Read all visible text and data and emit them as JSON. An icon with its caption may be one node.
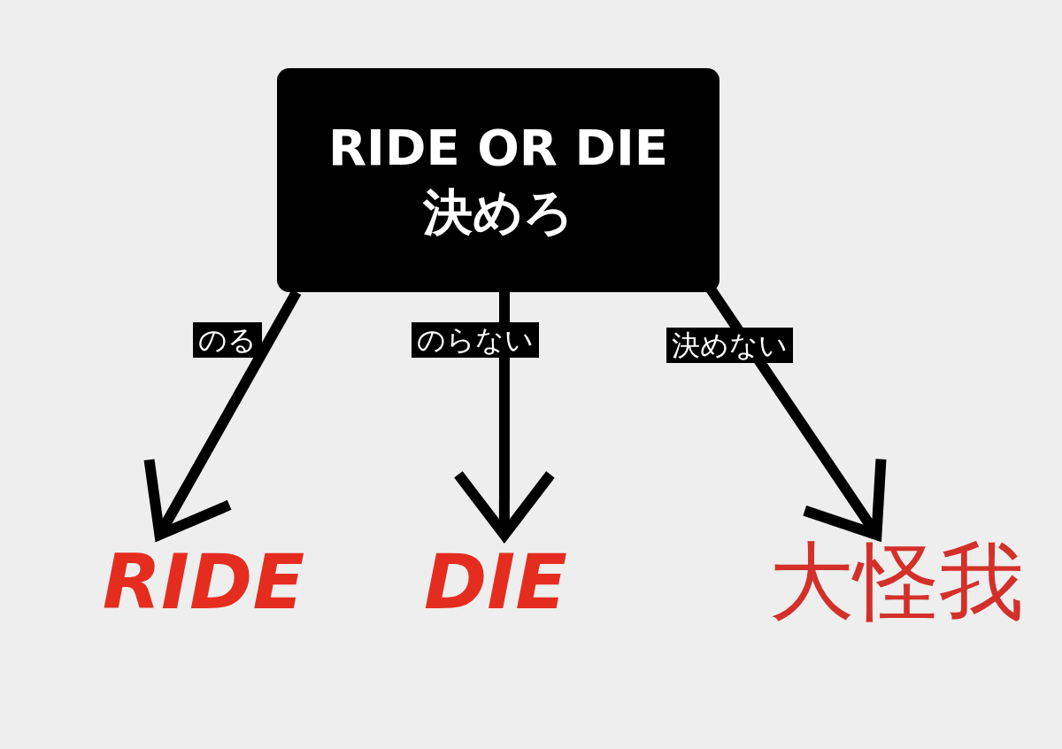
{
  "diagram": {
    "nodes": [
      {
        "text": [
          "RIDE OR DIE",
          "決めろ"
        ]
      },
      {
        "text": [
          "RIDE"
        ]
      },
      {
        "text": [
          "DIE"
        ]
      },
      {
        "text": [
          "大怪我"
        ]
      }
    ],
    "edges": [
      {
        "from": 0,
        "to": 1,
        "arrow": "to",
        "label": "のる"
      },
      {
        "from": 0,
        "to": 2,
        "arrow": "to",
        "label": "のらない"
      },
      {
        "from": 0,
        "to": 3,
        "arrow": "to",
        "label": "決めない"
      }
    ]
  }
}
